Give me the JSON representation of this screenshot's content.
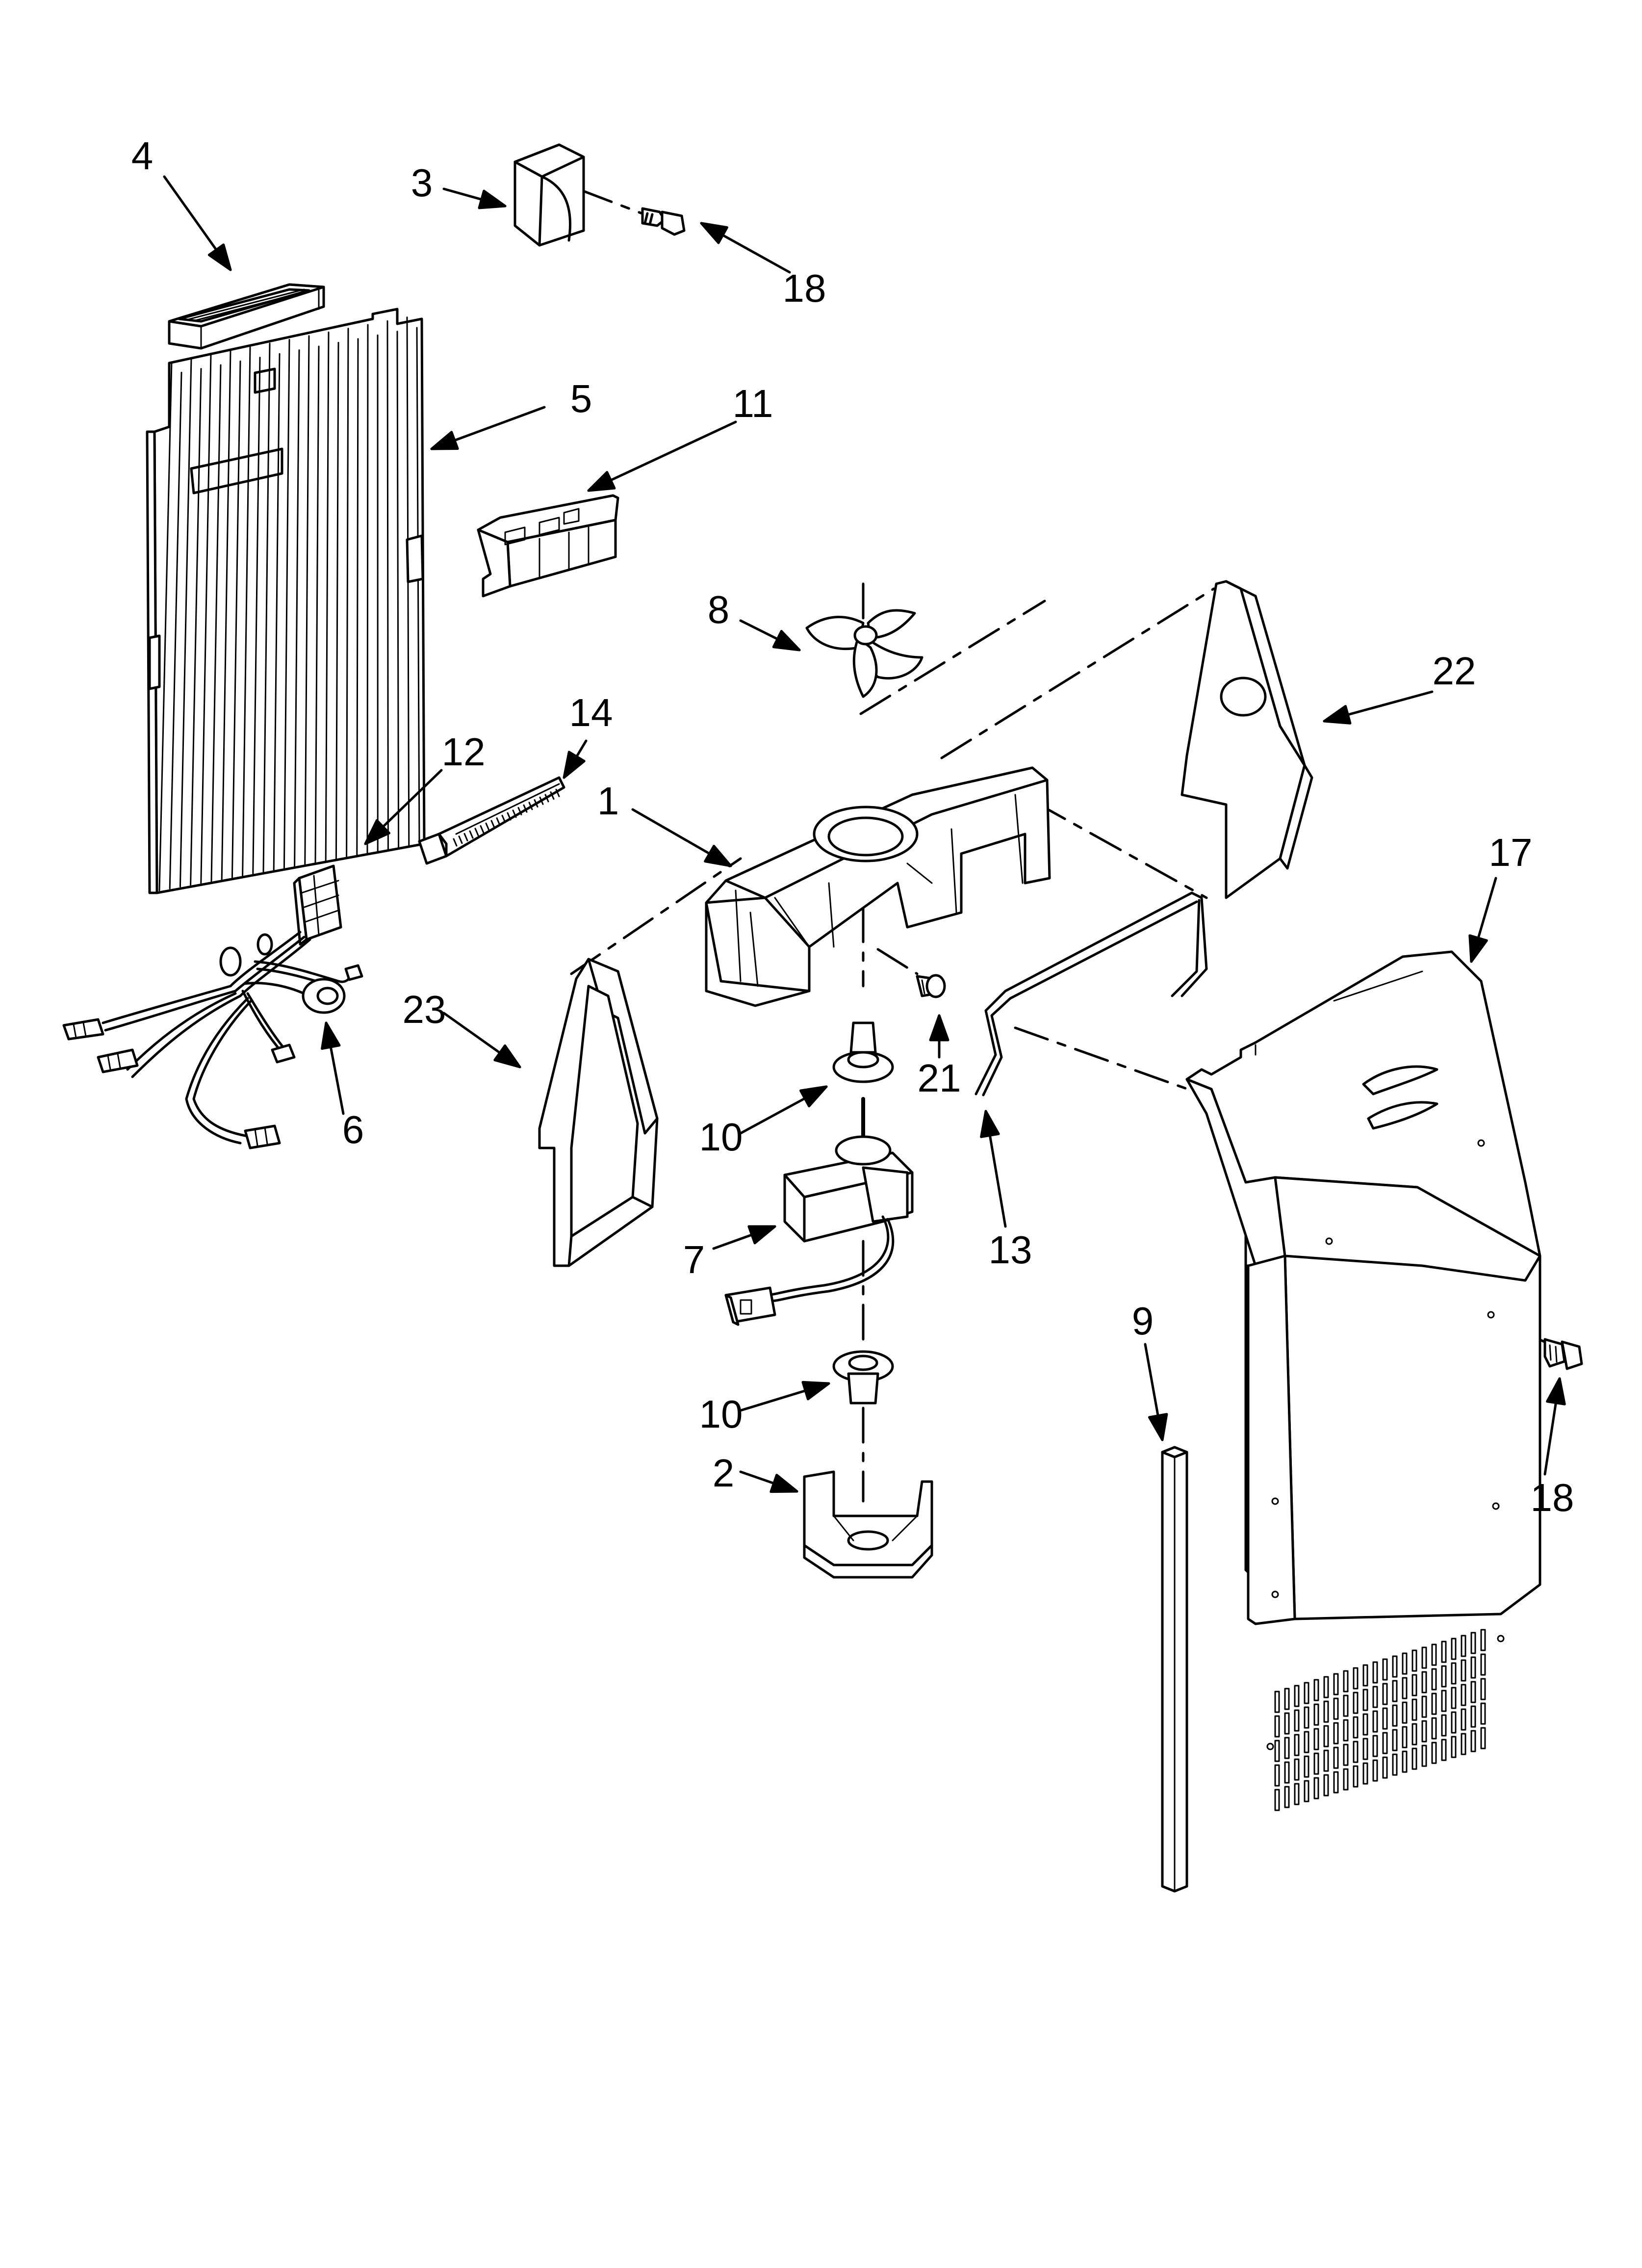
{
  "diagram": {
    "type": "exploded-parts-diagram",
    "callouts": [
      {
        "id": "c1",
        "label": "1",
        "part": "fan-shroud"
      },
      {
        "id": "c2",
        "label": "2",
        "part": "motor-bracket"
      },
      {
        "id": "c3",
        "label": "3",
        "part": "top-cap"
      },
      {
        "id": "c4",
        "label": "4",
        "part": "top-trim-bin"
      },
      {
        "id": "c5",
        "label": "5",
        "part": "liner-panel"
      },
      {
        "id": "c6",
        "label": "6",
        "part": "grommet"
      },
      {
        "id": "c7",
        "label": "7",
        "part": "fan-motor"
      },
      {
        "id": "c8",
        "label": "8",
        "part": "fan-blade"
      },
      {
        "id": "c9",
        "label": "9",
        "part": "foam-strip"
      },
      {
        "id": "c10a",
        "label": "10",
        "part": "motor-grommet-upper"
      },
      {
        "id": "c10b",
        "label": "10",
        "part": "motor-grommet-lower"
      },
      {
        "id": "c11",
        "label": "11",
        "part": "clip-bracket"
      },
      {
        "id": "c12",
        "label": "12",
        "part": "wire-harness"
      },
      {
        "id": "c13",
        "label": "13",
        "part": "wire-rod"
      },
      {
        "id": "c14",
        "label": "14",
        "part": "cable-tie"
      },
      {
        "id": "c17",
        "label": "17",
        "part": "evaporator-cover"
      },
      {
        "id": "c18a",
        "label": "18",
        "part": "screw-top"
      },
      {
        "id": "c18b",
        "label": "18",
        "part": "screw-right"
      },
      {
        "id": "c21",
        "label": "21",
        "part": "screw-shroud"
      },
      {
        "id": "c22",
        "label": "22",
        "part": "right-side-baffle"
      },
      {
        "id": "c23",
        "label": "23",
        "part": "left-side-baffle"
      }
    ]
  }
}
